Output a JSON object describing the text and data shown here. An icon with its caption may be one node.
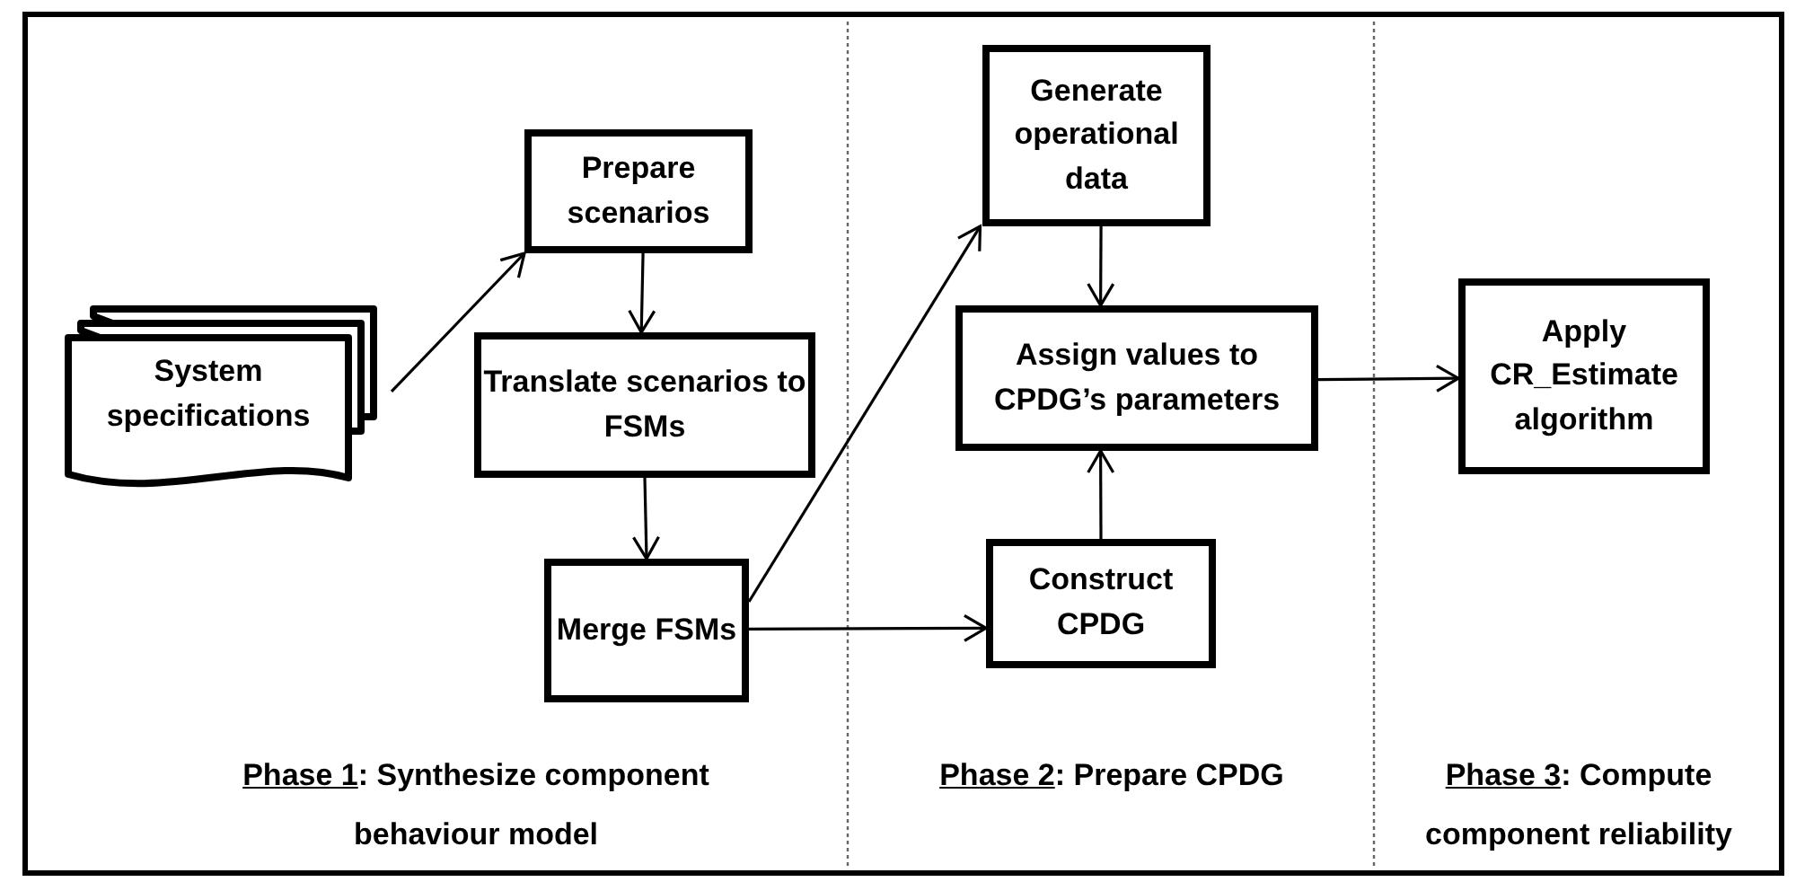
{
  "diagram": {
    "nodes": [
      {
        "text": [
          "System specifications"
        ]
      },
      {
        "text": [
          "Prepare scenarios"
        ]
      },
      {
        "text": [
          "Translate scenarios to FSMs"
        ]
      },
      {
        "text": [
          "Merge FSMs"
        ]
      },
      {
        "text": [
          "Generate operational data"
        ]
      },
      {
        "text": [
          "Assign values to CPDG’s parameters"
        ]
      },
      {
        "text": [
          "Construct CPDG"
        ]
      },
      {
        "text": [
          "Apply CR_Estimate algorithm"
        ]
      }
    ],
    "edges": [
      {
        "from": 0,
        "to": 1,
        "arrow": "to"
      },
      {
        "from": 1,
        "to": 2,
        "arrow": "to"
      },
      {
        "from": 2,
        "to": 3,
        "arrow": "to"
      },
      {
        "from": 3,
        "to": 4,
        "arrow": "to"
      },
      {
        "from": 3,
        "to": 6,
        "arrow": "to"
      },
      {
        "from": 4,
        "to": 5,
        "arrow": "to"
      },
      {
        "from": 6,
        "to": 5,
        "arrow": "to"
      },
      {
        "from": 5,
        "to": 7,
        "arrow": "to"
      }
    ],
    "labels": [
      "Phase 1: Synthesize component behaviour model",
      "Phase 2: Prepare CPDG",
      "Phase 3: Compute component reliability"
    ]
  }
}
